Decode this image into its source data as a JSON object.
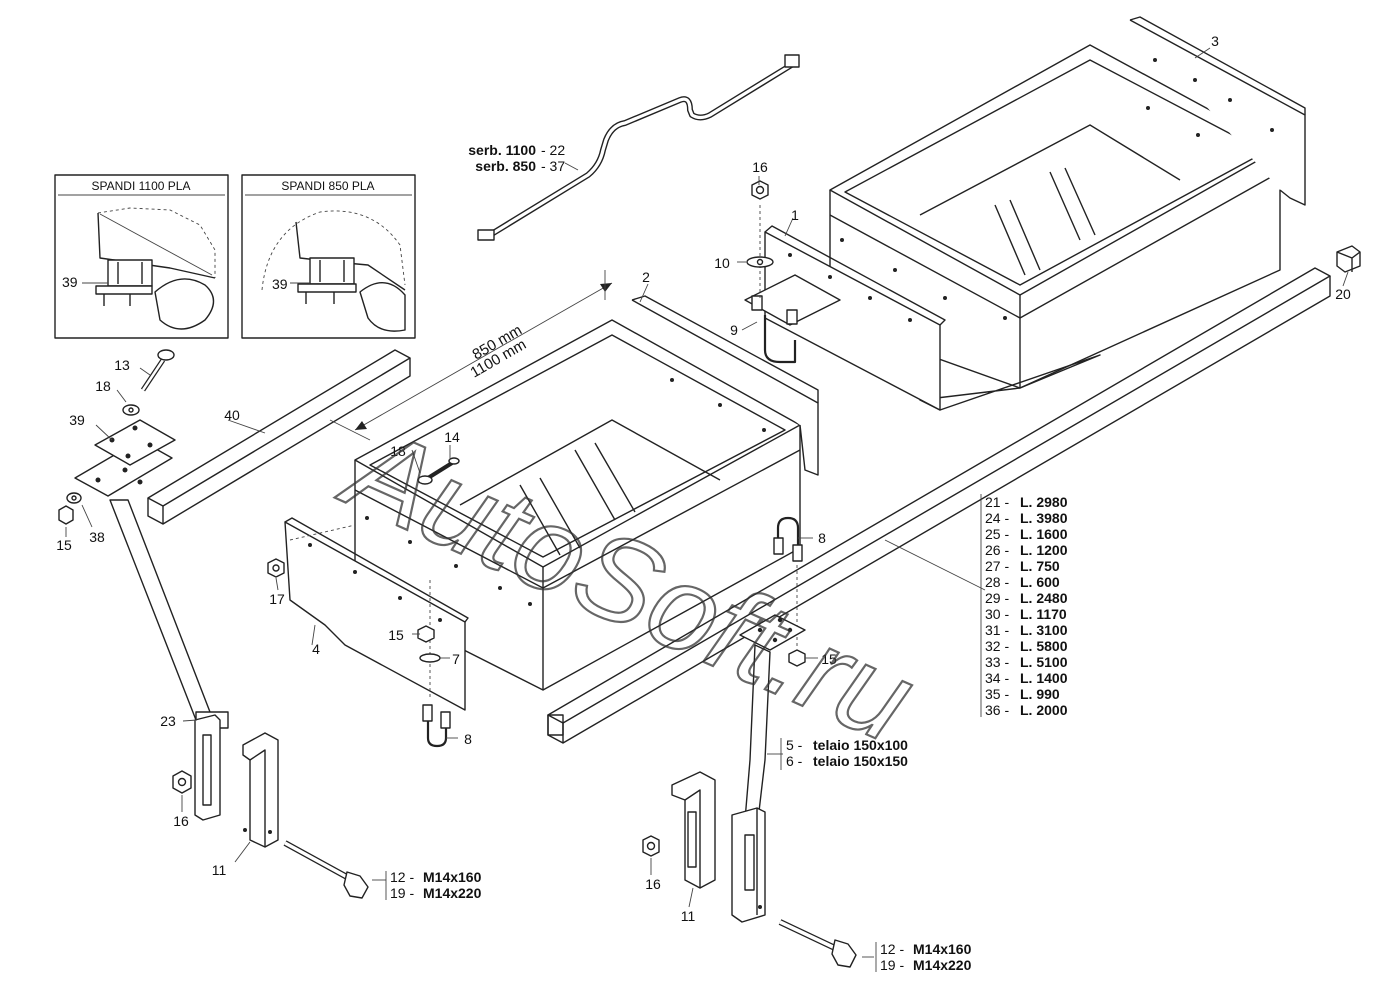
{
  "watermark": "AutoSoft.ru",
  "insets": {
    "left_title": "SPANDI 1100 PLA",
    "right_title": "SPANDI 850 PLA",
    "left_part": "39",
    "right_part": "39"
  },
  "dimensions": {
    "d850": "850 mm",
    "d1100": "1100 mm"
  },
  "rod_label": {
    "line1_bold": "serb. 1100",
    "line1_num": "- 22",
    "line2_bold": "serb. 850",
    "line2_num": "- 37"
  },
  "callouts": {
    "c1": "1",
    "c2": "2",
    "c3": "3",
    "c4": "4",
    "c7": "7",
    "c8a": "8",
    "c8b": "8",
    "c9": "9",
    "c10": "10",
    "c11a": "11",
    "c11b": "11",
    "c13": "13",
    "c14": "14",
    "c15a": "15",
    "c15b": "15",
    "c15c": "15",
    "c16a": "16",
    "c16b": "16",
    "c16c": "16",
    "c17": "17",
    "c18a": "18",
    "c18b": "18",
    "c20": "20",
    "c23": "23",
    "c38": "38",
    "c39": "39",
    "c40": "40"
  },
  "lengths": [
    {
      "num": "21 -",
      "val": "L. 2980"
    },
    {
      "num": "24 -",
      "val": "L. 3980"
    },
    {
      "num": "25 -",
      "val": "L. 1600"
    },
    {
      "num": "26 -",
      "val": "L. 1200"
    },
    {
      "num": "27 -",
      "val": "L. 750"
    },
    {
      "num": "28 -",
      "val": "L. 600"
    },
    {
      "num": "29 -",
      "val": "L. 2480"
    },
    {
      "num": "30 -",
      "val": "L. 1170"
    },
    {
      "num": "31 -",
      "val": "L. 3100"
    },
    {
      "num": "32 -",
      "val": "L. 5800"
    },
    {
      "num": "33 -",
      "val": "L. 5100"
    },
    {
      "num": "34 -",
      "val": "L. 1400"
    },
    {
      "num": "35 -",
      "val": "L. 990"
    },
    {
      "num": "36 -",
      "val": "L. 2000"
    }
  ],
  "frames": [
    {
      "num": "5 -",
      "val": "telaio 150x100"
    },
    {
      "num": "6 -",
      "val": "telaio 150x150"
    }
  ],
  "bolts_left": [
    {
      "num": "12 -",
      "val": "M14x160"
    },
    {
      "num": "19 -",
      "val": "M14x220"
    }
  ],
  "bolts_right": [
    {
      "num": "12 -",
      "val": "M14x160"
    },
    {
      "num": "19 -",
      "val": "M14x220"
    }
  ]
}
